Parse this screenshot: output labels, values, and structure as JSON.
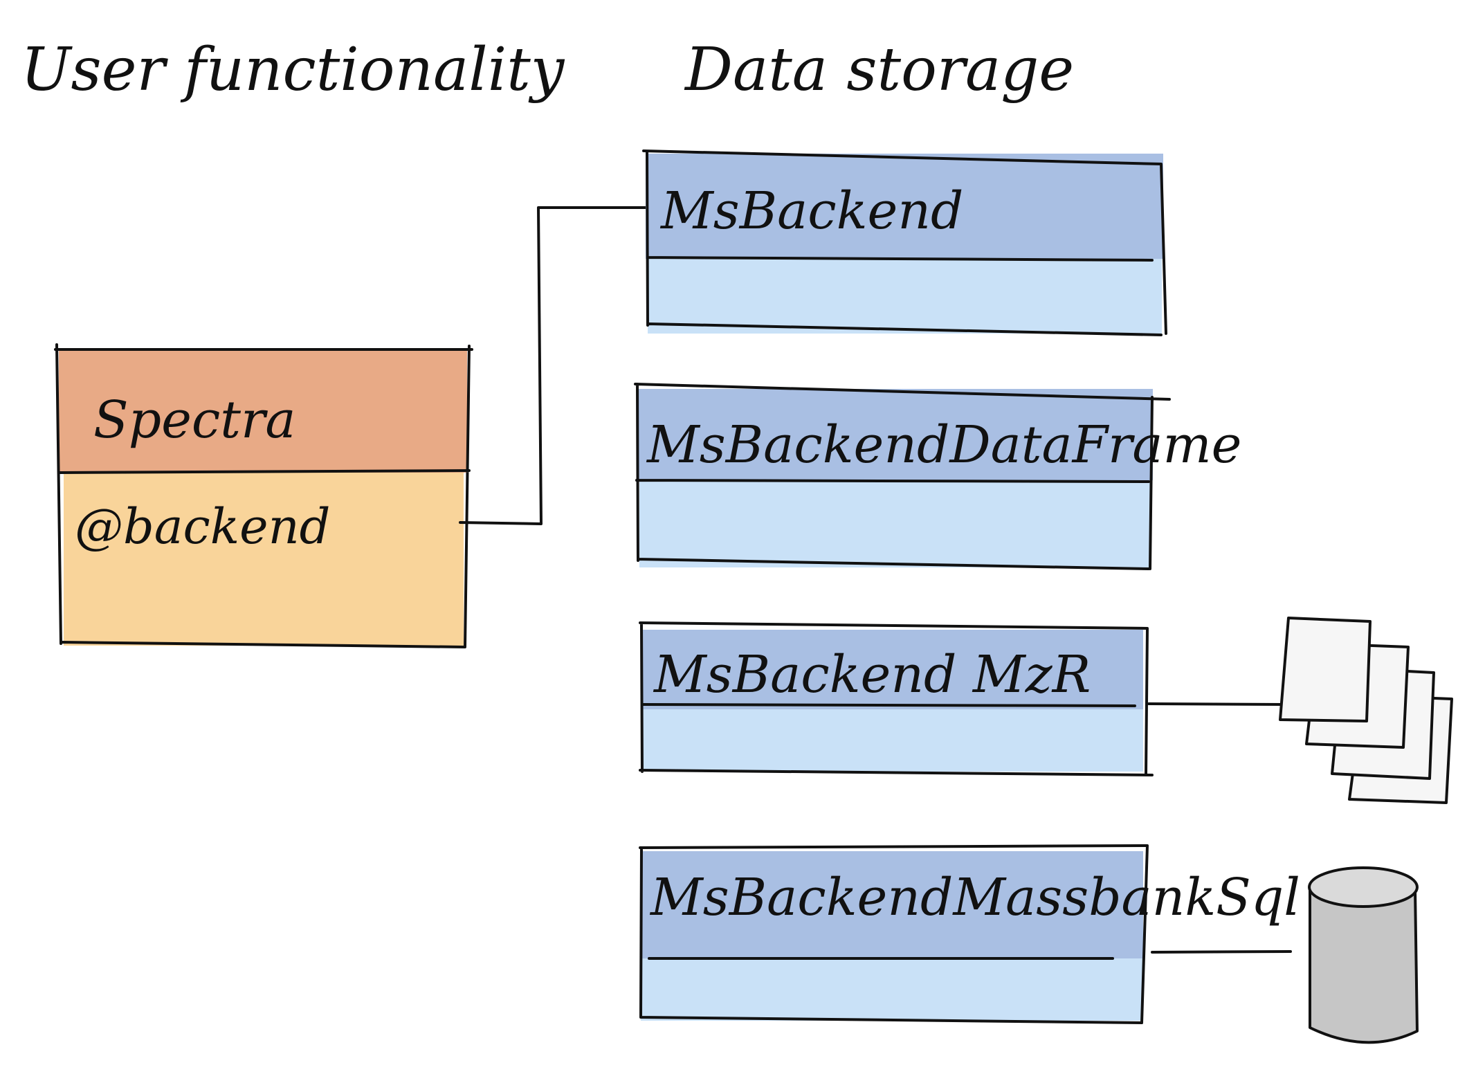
{
  "headings": {
    "user": "User functionality",
    "storage": "Data storage"
  },
  "user_class": {
    "name": "Spectra",
    "slot": "@backend",
    "header_color": "#e8aa86",
    "body_color": "#f9d49a"
  },
  "backends": [
    {
      "name": "MsBackend"
    },
    {
      "name": "MsBackendDataFrame"
    },
    {
      "name": "MsBackend MzR"
    },
    {
      "name": "MsBackendMassbankSql"
    }
  ],
  "colors": {
    "backend_header": "#a9bfe3",
    "backend_body": "#c9e1f7",
    "file_fill": "#f6f6f6",
    "database_fill": "#c6c6c6",
    "ink": "#111111"
  },
  "icons": {
    "files": "stacked-files-icon",
    "database": "database-cylinder-icon"
  }
}
